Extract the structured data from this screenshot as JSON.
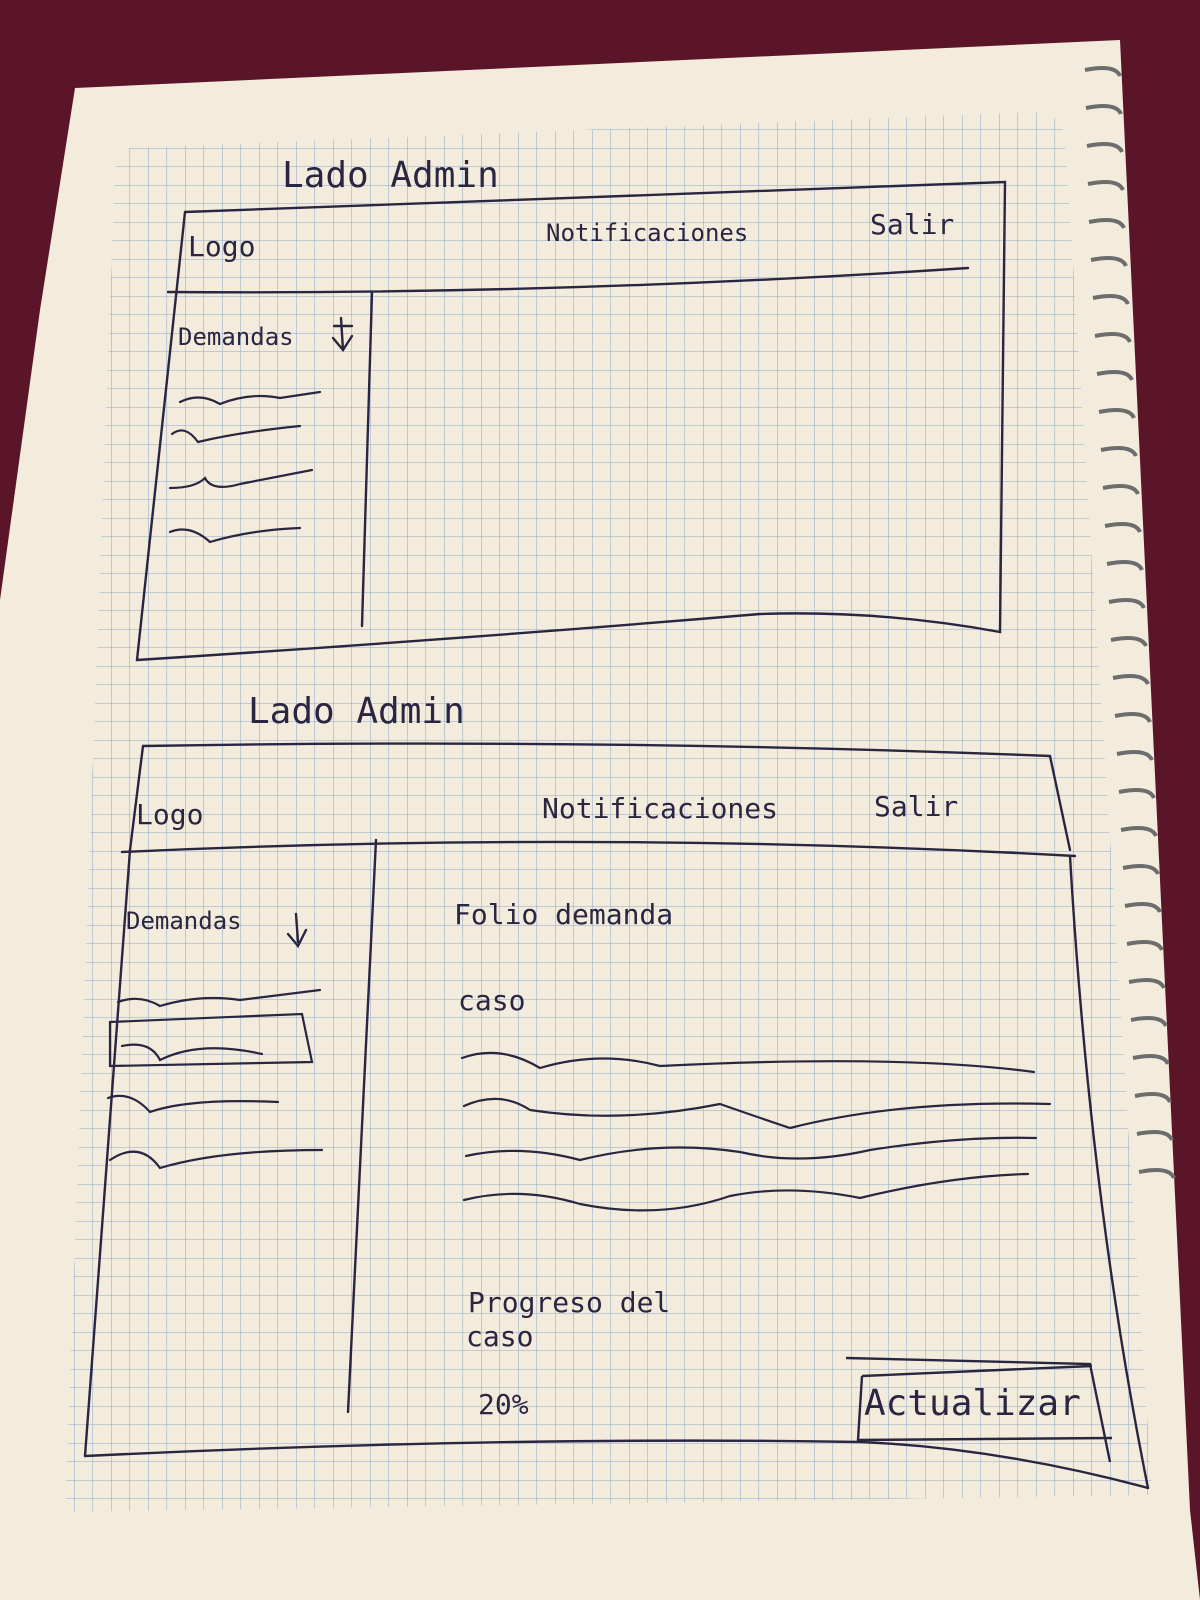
{
  "sketch1": {
    "title": "Lado Admin",
    "header": {
      "logo": "Logo",
      "notifications": "Notificaciones",
      "logout": "Salir"
    },
    "sidebar": {
      "menu_label": "Demandas",
      "menu_icon": "arrow-down-icon",
      "item_count": 4
    }
  },
  "sketch2": {
    "title": "Lado Admin",
    "header": {
      "logo": "Logo",
      "notifications": "Notificaciones",
      "logout": "Salir"
    },
    "sidebar": {
      "menu_label": "Demandas",
      "menu_icon": "arrow-down-icon",
      "item_count": 4,
      "selected_item": 2
    },
    "main": {
      "folio": "Folio demanda",
      "case_label": "caso",
      "progress_label_line1": "Progreso del",
      "progress_label_line2": "caso",
      "progress_value": "20%",
      "update_button": "Actualizar"
    }
  },
  "colors": {
    "ink": "#2a2540",
    "paper": "#f3ecdc",
    "grid": "#7f9fc6",
    "background": "#5a1628"
  }
}
